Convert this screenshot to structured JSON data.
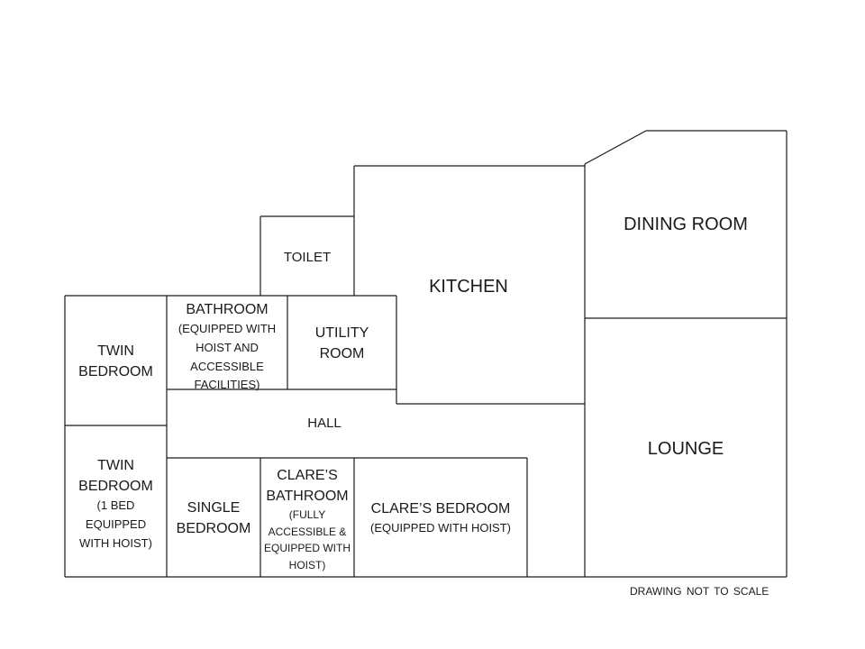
{
  "rooms": {
    "dining_room": {
      "name": "DINING ROOM"
    },
    "kitchen": {
      "name": "KITCHEN"
    },
    "toilet": {
      "name": "TOILET"
    },
    "lounge": {
      "name": "LOUNGE"
    },
    "utility_room": {
      "name_line1": "UTILITY",
      "name_line2": "ROOM"
    },
    "bathroom": {
      "name": "BATHROOM",
      "note_lines": [
        "(EQUIPPED WITH",
        "HOIST AND",
        "ACCESSIBLE",
        "FACILITIES)"
      ]
    },
    "twin_bedroom_1": {
      "name_line1": "TWIN",
      "name_line2": "BEDROOM"
    },
    "twin_bedroom_2": {
      "name_line1": "TWIN",
      "name_line2": "BEDROOM",
      "note_lines": [
        "(1 BED",
        "EQUIPPED",
        "WITH HOIST)"
      ]
    },
    "hall": {
      "name": "HALL"
    },
    "single_bedroom": {
      "name_line1": "SINGLE",
      "name_line2": "BEDROOM"
    },
    "clares_bathroom": {
      "name_line1": "CLARE’S",
      "name_line2": "BATHROOM",
      "note_lines": [
        "(FULLY",
        "ACCESSIBLE &",
        "EQUIPPED WITH",
        "HOIST)"
      ]
    },
    "clares_bedroom": {
      "name": "CLARE’S BEDROOM",
      "note": "(EQUIPPED WITH HOIST)"
    }
  },
  "footer": {
    "scale_note": "DRAWING NOT TO SCALE"
  }
}
